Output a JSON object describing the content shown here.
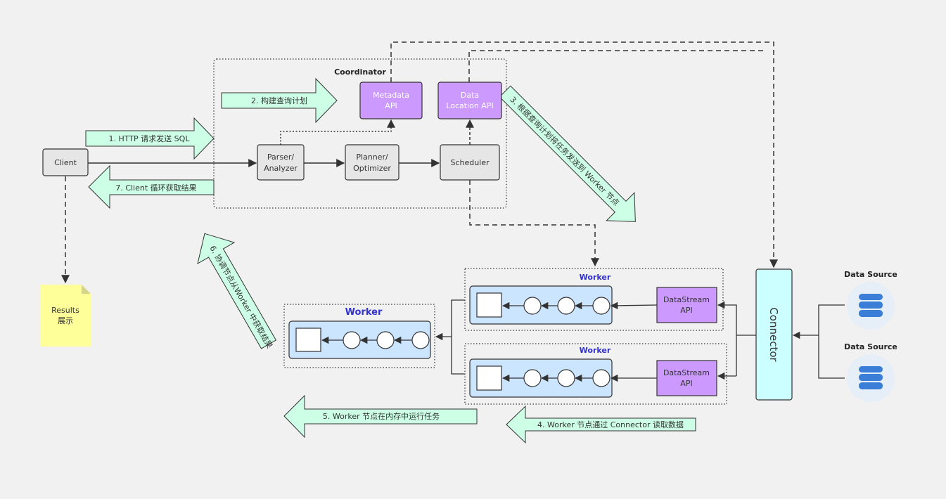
{
  "colors": {
    "background": "#f1f1f1",
    "box_gray": "#e6e6e6",
    "api_purple": "#cc99ff",
    "arrow_green": "#ccffe6",
    "worker_blue": "#cce5ff",
    "connector_cyan": "#ccffff",
    "note_yellow": "#ffff99",
    "db_blue": "#3a7ed8"
  },
  "client": {
    "label": "Client"
  },
  "results": {
    "line1": "Results",
    "line2": "展示"
  },
  "coordinator": {
    "title": "Coordinator",
    "parser": {
      "line1": "Parser/",
      "line2": "Analyzer"
    },
    "planner": {
      "line1": "Planner/",
      "line2": "Optimizer"
    },
    "scheduler": {
      "label": "Scheduler"
    },
    "metadata_api": {
      "line1": "Metadata",
      "line2": "API"
    },
    "location_api": {
      "line1": "Data",
      "line2": "Location API"
    }
  },
  "workers": {
    "top_title": "Worker",
    "middle_title": "Worker",
    "left_title": "Worker",
    "datastream_api": {
      "line1": "DataStream",
      "line2": "API"
    }
  },
  "connector": {
    "label": "Connector"
  },
  "data_sources": [
    {
      "label": "Data Source",
      "icon": "database-icon"
    },
    {
      "label": "Data Source",
      "icon": "database-icon"
    }
  ],
  "steps": {
    "step1": "1. HTTP 请求发送 SQL",
    "step2": "2. 构建查询计划",
    "step3": "3. 根据查询计划将任务发送到 Worker 节点",
    "step4": "4. Worker 节点通过 Connector 读取数据",
    "step5": "5. Worker 节点在内存中运行任务",
    "step6": "6. 协调节点从Worker 中获取结果",
    "step7": "7. Client 循环获取结果"
  }
}
